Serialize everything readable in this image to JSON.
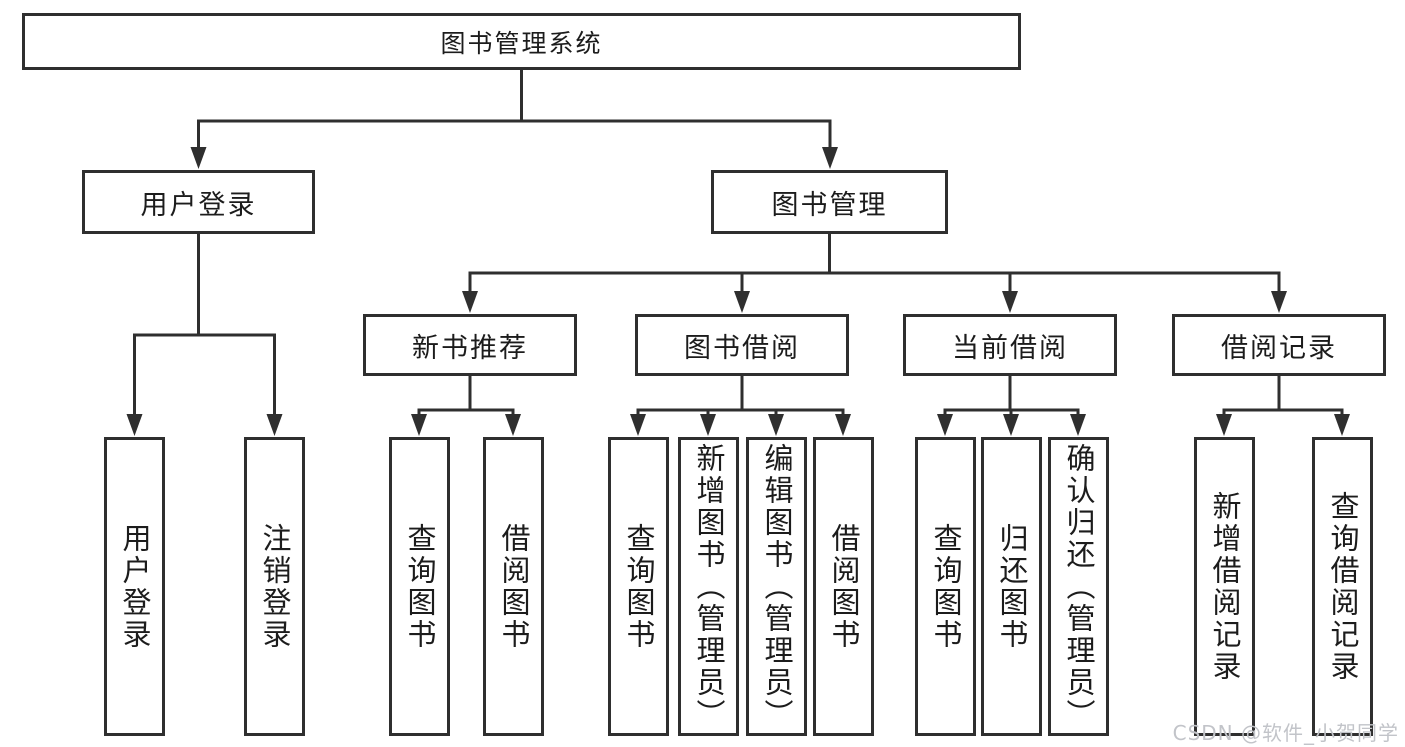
{
  "root_label": "图书管理系统",
  "level2": [
    {
      "label": "用户登录"
    },
    {
      "label": "图书管理"
    }
  ],
  "level3": [
    {
      "label": "新书推荐",
      "parent": "图书管理"
    },
    {
      "label": "图书借阅",
      "parent": "图书管理"
    },
    {
      "label": "当前借阅",
      "parent": "图书管理"
    },
    {
      "label": "借阅记录",
      "parent": "图书管理"
    }
  ],
  "leaves": [
    {
      "label": "用户登录",
      "parent": "用户登录"
    },
    {
      "label": "注销登录",
      "parent": "用户登录"
    },
    {
      "label": "查询图书",
      "parent": "新书推荐"
    },
    {
      "label": "借阅图书",
      "parent": "新书推荐"
    },
    {
      "label": "查询图书",
      "parent": "图书借阅"
    },
    {
      "label": "新增图书（管理员）",
      "parent": "图书借阅"
    },
    {
      "label": "编辑图书（管理员）",
      "parent": "图书借阅"
    },
    {
      "label": "借阅图书",
      "parent": "图书借阅"
    },
    {
      "label": "查询图书",
      "parent": "当前借阅"
    },
    {
      "label": "归还图书",
      "parent": "当前借阅"
    },
    {
      "label": "确认归还（管理员）",
      "parent": "当前借阅"
    },
    {
      "label": "新增借阅记录",
      "parent": "借阅记录"
    },
    {
      "label": "查询借阅记录",
      "parent": "借阅记录"
    }
  ],
  "watermark": {
    "text": "CSDN @软件_小贺同学"
  },
  "colors": {
    "line": "#2f2f2f",
    "box_border": "#2f2f2f",
    "box_fill": "#ffffff",
    "text": "#1c1c1c",
    "watermark": "#c2c4c9",
    "background": "#ffffff"
  }
}
